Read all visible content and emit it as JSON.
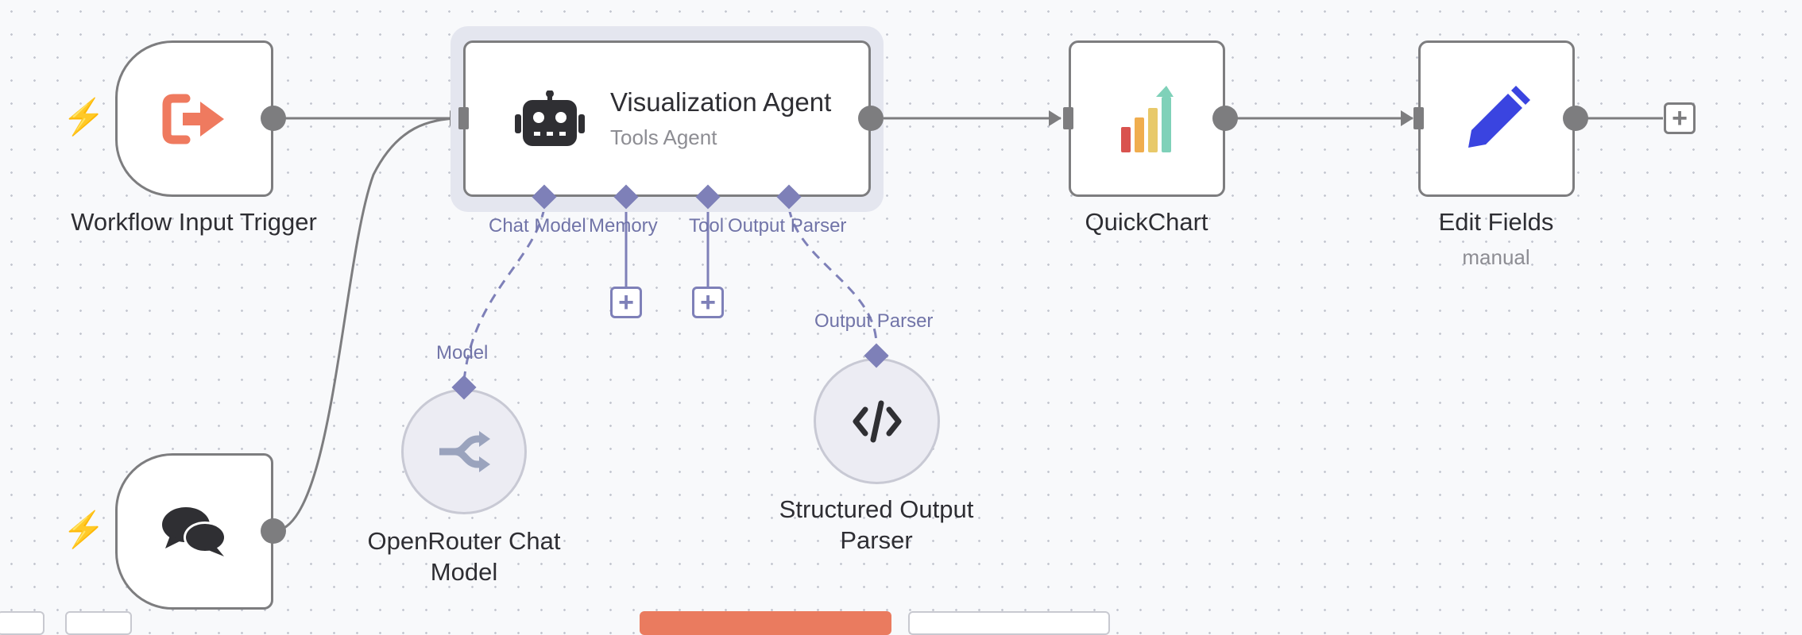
{
  "canvas": {
    "nodes": {
      "workflow_input_trigger": {
        "label": "Workflow Input Trigger",
        "icon": "exit-arrow-icon",
        "color": "#ef7a5f"
      },
      "chat_trigger": {
        "label": "",
        "icon": "chat-bubbles-icon"
      },
      "visualization_agent": {
        "title": "Visualization Agent",
        "subtitle": "Tools Agent",
        "icon": "robot-icon",
        "ports": {
          "chat_model": "Chat Model",
          "memory": "Memory",
          "tool": "Tool",
          "output_parser": "Output Parser"
        }
      },
      "openrouter_chat_model": {
        "label_line1": "OpenRouter Chat",
        "label_line2": "Model",
        "port_label": "Model",
        "icon": "openrouter-icon"
      },
      "structured_output_parser": {
        "label_line1": "Structured Output",
        "label_line2": "Parser",
        "port_label": "Output Parser",
        "icon": "code-icon"
      },
      "quickchart": {
        "label": "QuickChart",
        "icon": "bar-chart-icon"
      },
      "edit_fields": {
        "label": "Edit Fields",
        "subtitle": "manual",
        "icon": "pencil-icon",
        "color": "#3a44e0"
      }
    },
    "add_buttons": {
      "symbol": "+"
    },
    "colors": {
      "accent": "#ea7b5f",
      "connection": "#7d7d7f",
      "sub_connection": "#7e80b8"
    }
  }
}
